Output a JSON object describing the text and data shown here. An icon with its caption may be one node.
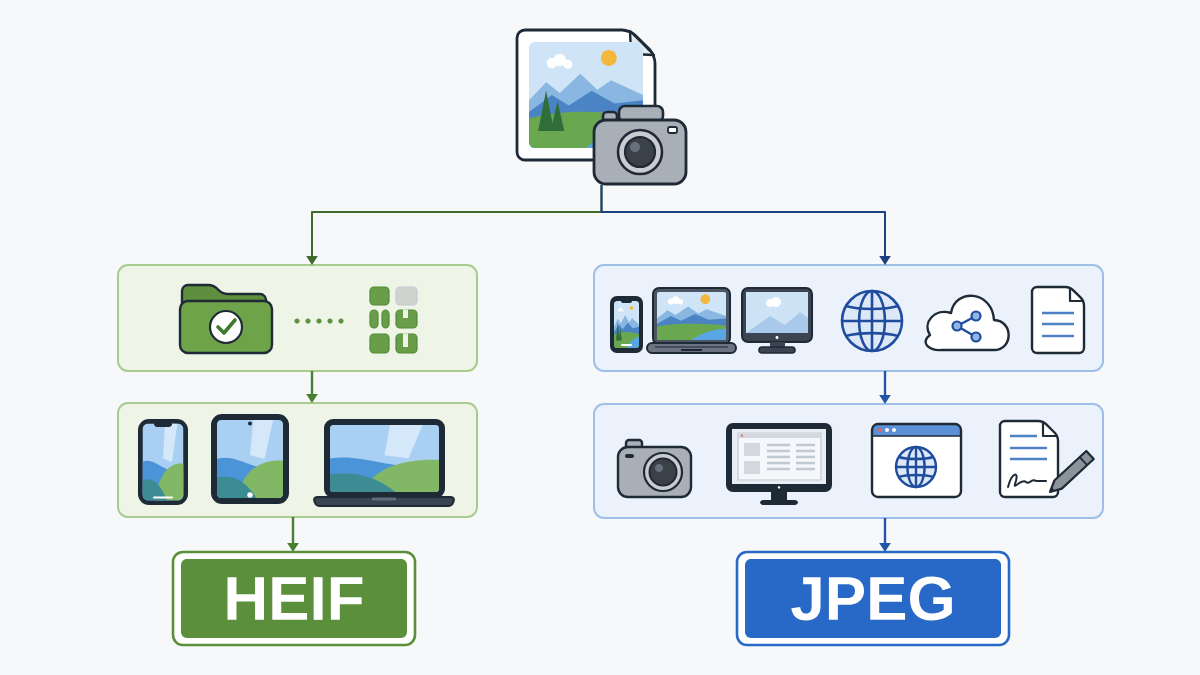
{
  "diagram": {
    "nodes": [
      {
        "text": [],
        "shape": "picture"
      },
      {
        "text": [],
        "shape": "box"
      },
      {
        "text": [],
        "shape": "box"
      },
      {
        "text": [],
        "shape": "box"
      },
      {
        "text": [],
        "shape": "box"
      },
      {
        "text": [
          "HEIF"
        ]
      },
      {
        "text": [
          "JPEG"
        ]
      }
    ],
    "edges": [
      {
        "from": 0,
        "to": 1,
        "arrow": "to",
        "color": "#3d6b2c"
      },
      {
        "from": 0,
        "to": 2,
        "arrow": "to",
        "color": "#1e3f80"
      },
      {
        "from": 1,
        "to": 3,
        "arrow": "to",
        "color": "#4a7f2f"
      },
      {
        "from": 2,
        "to": 4,
        "arrow": "to",
        "color": "#2456a8"
      },
      {
        "from": 3,
        "to": 5,
        "arrow": "to",
        "color": "#4a7f2f"
      },
      {
        "from": 4,
        "to": 6,
        "arrow": "to",
        "color": "#2456a8"
      }
    ]
  }
}
